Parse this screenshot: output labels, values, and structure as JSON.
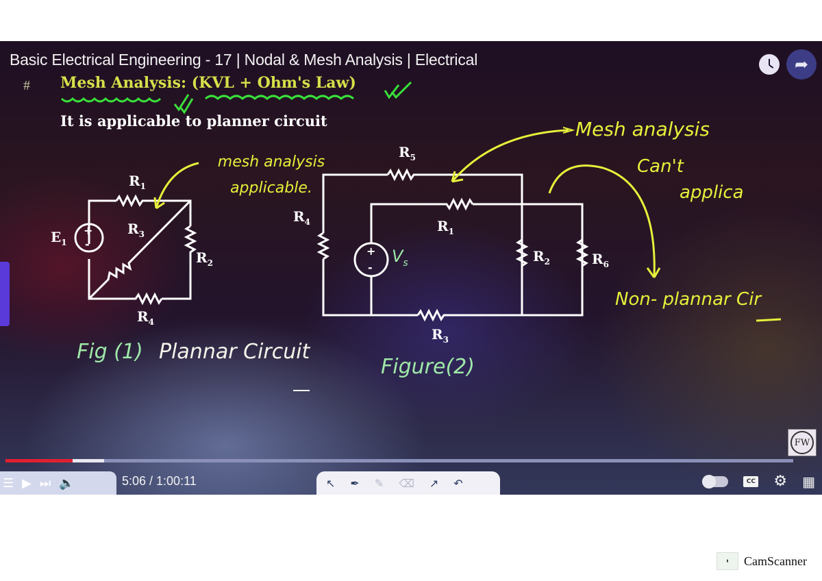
{
  "video": {
    "title": "Basic Electrical Engineering - 17 | Nodal & Mesh Analysis | Electrical",
    "top_icons": [
      "watch-later-icon",
      "share-icon"
    ],
    "slide": {
      "bullet": "#",
      "heading": "Mesh Analysis: (KVL + Ohm's Law)",
      "subheading": "It is applicable to planner circuit",
      "annotations": {
        "mesh_applicable": "mesh analysis applicable.",
        "mesh_cant_apply_1": "Mesh analysis",
        "mesh_cant_apply_2": "Can't",
        "mesh_cant_apply_3": "applica",
        "non_planar": "Non- plannar Cir",
        "fig1_label": "Fig (1)",
        "fig1_caption": "Plannar Circuit",
        "fig2_label": "Figure(2)"
      },
      "figure1": {
        "source": "E",
        "source_sub": "1",
        "resistors": [
          {
            "name": "R",
            "sub": "1"
          },
          {
            "name": "R",
            "sub": "2"
          },
          {
            "name": "R",
            "sub": "3"
          },
          {
            "name": "R",
            "sub": "4"
          }
        ]
      },
      "figure2": {
        "source": "V",
        "source_sub": "s",
        "resistors": [
          {
            "name": "R",
            "sub": "5"
          },
          {
            "name": "R",
            "sub": "1"
          },
          {
            "name": "R",
            "sub": "4"
          },
          {
            "name": "R",
            "sub": "2"
          },
          {
            "name": "R",
            "sub": "6"
          },
          {
            "name": "R",
            "sub": "3"
          }
        ]
      }
    },
    "channel_logo": "FW",
    "player": {
      "current_time": "5:06",
      "duration": "1:00:11",
      "time_display": "5:06 / 1:00:11",
      "played_percent": 8.5,
      "buffered_percent": 12.5,
      "accent_color": "#e02030",
      "left_icons": [
        "menu-icon",
        "play-icon",
        "next-icon",
        "volume-icon"
      ],
      "drawing_tools": [
        "pointer-tool",
        "pen-tool",
        "highlighter-tool",
        "eraser-tool",
        "arrow-tool",
        "undo-tool"
      ],
      "right_icons": [
        "autoplay-toggle",
        "captions-icon",
        "settings-icon",
        "exit-fullscreen-icon"
      ],
      "cc_label": "CC"
    }
  },
  "watermark": {
    "brand": "CamScanner"
  }
}
